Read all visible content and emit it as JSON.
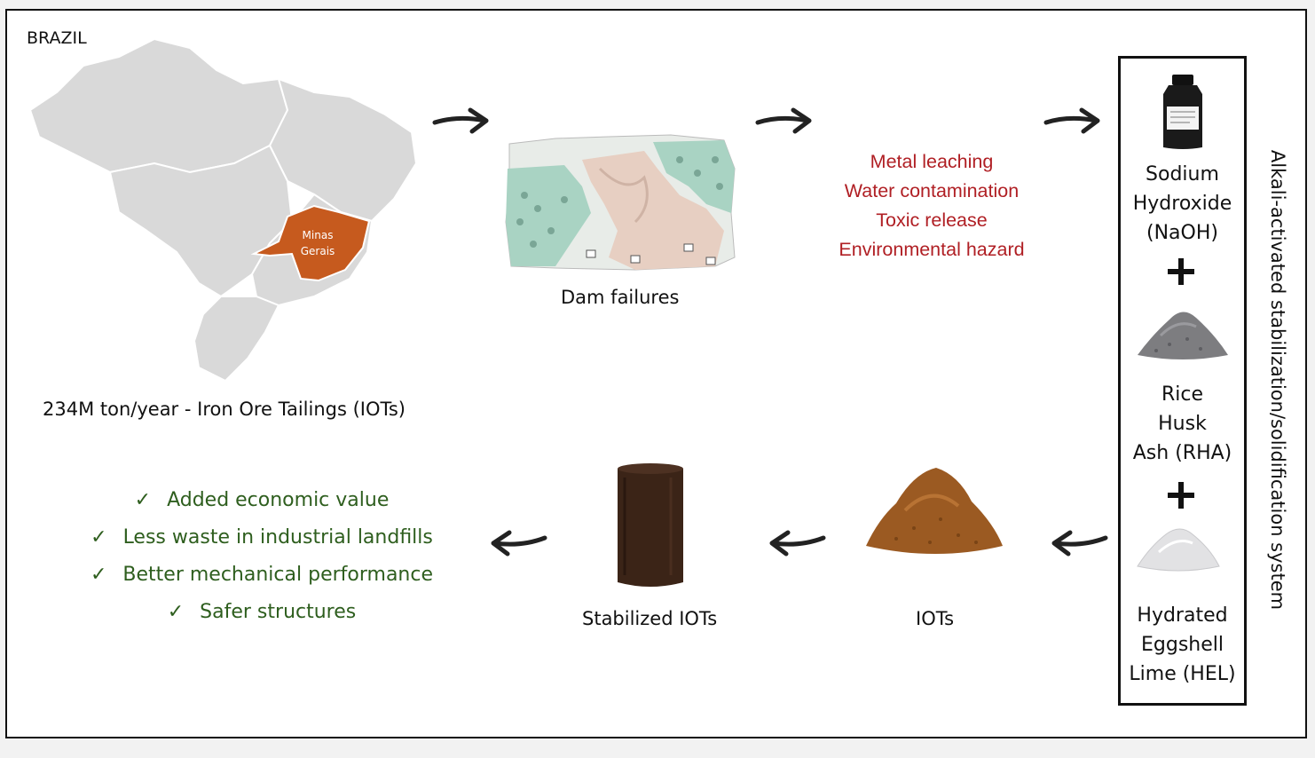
{
  "map": {
    "country_label": "BRAZIL",
    "region_label_line1": "Minas",
    "region_label_line2": "Gerais",
    "caption": "234M ton/year - Iron Ore Tailings (IOTs)",
    "region_color": "#c65a1e",
    "land_color": "#d9d9d9"
  },
  "dam": {
    "caption": "Dam failures"
  },
  "hazards": {
    "color": "#b01f24",
    "items": [
      "Metal leaching",
      "Water contamination",
      "Toxic release",
      "Environmental hazard"
    ]
  },
  "system": {
    "title": "Alkali-activated stabilization/solidification system",
    "components": [
      {
        "lines": [
          "Sodium",
          "Hydroxide",
          "(NaOH)"
        ],
        "icon": "bottle-icon"
      },
      {
        "lines": [
          "Rice",
          "Husk",
          "Ash (RHA)"
        ],
        "icon": "ash-pile-icon"
      },
      {
        "lines": [
          "Hydrated",
          "Eggshell",
          "Lime (HEL)"
        ],
        "icon": "white-powder-icon"
      }
    ]
  },
  "iots": {
    "caption": "IOTs"
  },
  "stabilized": {
    "caption": "Stabilized IOTs"
  },
  "benefits": {
    "check_symbol": "✓",
    "color": "#2e5e1e",
    "items": [
      "Added economic value",
      "Less waste in industrial landfills",
      "Better mechanical performance",
      "Safer structures"
    ]
  }
}
